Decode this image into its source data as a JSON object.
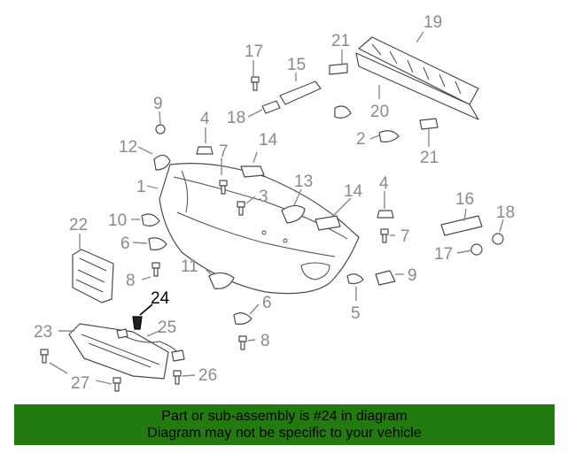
{
  "callouts": [
    {
      "key": "c1",
      "label": "1"
    },
    {
      "key": "c2",
      "label": "2"
    },
    {
      "key": "c3",
      "label": "3"
    },
    {
      "key": "c4a",
      "label": "4"
    },
    {
      "key": "c4b",
      "label": "4"
    },
    {
      "key": "c5",
      "label": "5"
    },
    {
      "key": "c6a",
      "label": "6"
    },
    {
      "key": "c6b",
      "label": "6"
    },
    {
      "key": "c7a",
      "label": "7"
    },
    {
      "key": "c7b",
      "label": "7"
    },
    {
      "key": "c8a",
      "label": "8"
    },
    {
      "key": "c8b",
      "label": "8"
    },
    {
      "key": "c9a",
      "label": "9"
    },
    {
      "key": "c9b",
      "label": "9"
    },
    {
      "key": "c10",
      "label": "10"
    },
    {
      "key": "c11",
      "label": "11"
    },
    {
      "key": "c12",
      "label": "12"
    },
    {
      "key": "c13",
      "label": "13"
    },
    {
      "key": "c14a",
      "label": "14"
    },
    {
      "key": "c14b",
      "label": "14"
    },
    {
      "key": "c15",
      "label": "15"
    },
    {
      "key": "c16",
      "label": "16"
    },
    {
      "key": "c17a",
      "label": "17"
    },
    {
      "key": "c17b",
      "label": "17"
    },
    {
      "key": "c18a",
      "label": "18"
    },
    {
      "key": "c18b",
      "label": "18"
    },
    {
      "key": "c19",
      "label": "19"
    },
    {
      "key": "c20",
      "label": "20"
    },
    {
      "key": "c21a",
      "label": "21"
    },
    {
      "key": "c21b",
      "label": "21"
    },
    {
      "key": "c22",
      "label": "22"
    },
    {
      "key": "c23",
      "label": "23"
    },
    {
      "key": "c24",
      "label": "24",
      "highlighted": true
    },
    {
      "key": "c25",
      "label": "25"
    },
    {
      "key": "c26",
      "label": "26"
    },
    {
      "key": "c27",
      "label": "27"
    }
  ],
  "colors": {
    "callout": "#8a8a8a",
    "highlight": "#000000",
    "footer_bg": "#237a0f"
  },
  "footer": {
    "line1": "Part or sub-assembly is #24 in diagram",
    "line2": "Diagram may not be specific to your vehicle"
  }
}
